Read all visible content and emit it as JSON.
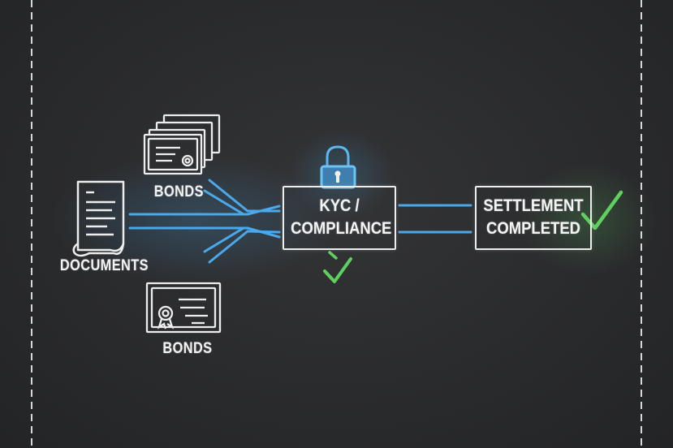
{
  "nodes": {
    "documents_label": "DOCUMENTS",
    "bonds_top_label": "BONDS",
    "bonds_bottom_label": "BONDS",
    "kyc_line1": "KYC /",
    "kyc_line2": "COMPLIANCE",
    "settlement_line1": "SETTLEMENT",
    "settlement_line2": "COMPLETED"
  },
  "icons": {
    "documents": "document-scroll-icon",
    "bonds_top": "bond-certificates-stack-icon",
    "bonds_bottom": "bond-certificate-icon",
    "lock": "padlock-icon",
    "check_kyc": "checkmark-icon",
    "check_settlement": "checkmark-icon"
  },
  "colors": {
    "background": "#2a2b2d",
    "chalk_white": "#ededed",
    "flow_blue": "#4aa8eb",
    "check_green": "#5fcf5f"
  }
}
